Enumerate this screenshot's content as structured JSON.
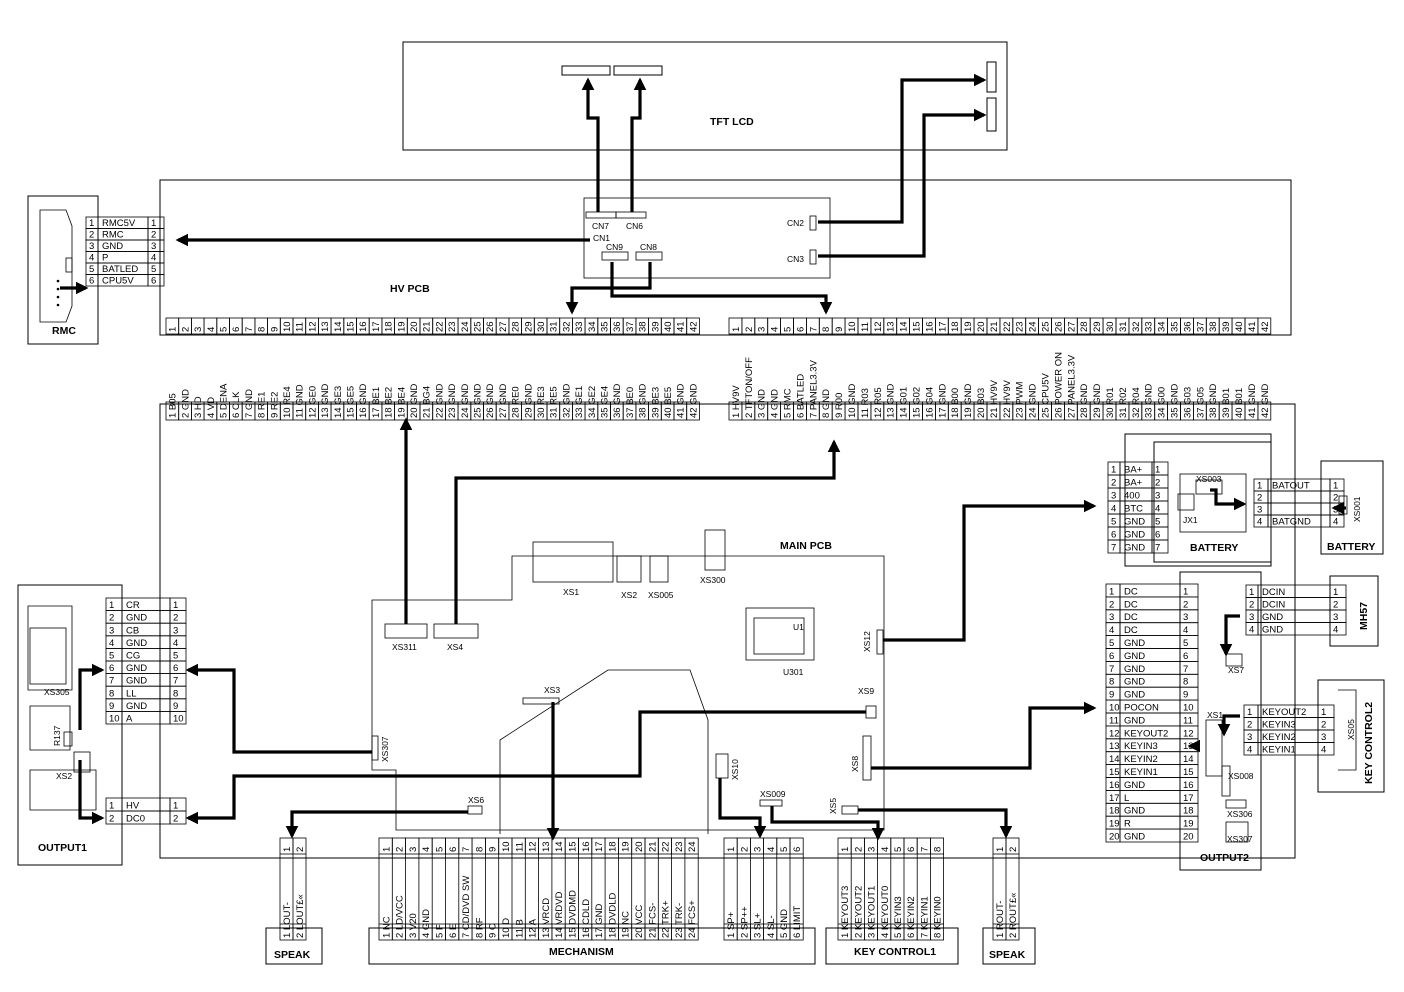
{
  "titles": {
    "tft": "TFT LCD",
    "hv": "HV PCB",
    "main": "MAIN PCB",
    "rmc": "RMC",
    "output1": "OUTPUT1",
    "output2": "OUTPUT2",
    "battery_mid": "BATTERY",
    "battery_right": "BATTERY",
    "mh57": "MH57",
    "keyctrl2": "KEY CONTROL2",
    "keyctrl1": "KEY CONTROL1",
    "mechanism": "MECHANISM",
    "speak_l": "SPEAK",
    "speak_r": "SPEAK"
  },
  "hv_connectors": [
    "CN7",
    "CN6",
    "CN1",
    "CN9",
    "CN8",
    "CN2",
    "CN3"
  ],
  "main_components": [
    "XS1",
    "XS2",
    "XS005",
    "XS300",
    "U1",
    "U301",
    "XS311",
    "XS4",
    "XS12",
    "XS3",
    "XS9",
    "XS307",
    "XS6",
    "XS10",
    "XS009",
    "XS8",
    "XS5"
  ],
  "misc_labels": {
    "xs305": "XS305",
    "r137": "R137",
    "xs2_o1": "XS2",
    "xs003": "XS003",
    "jx1": "JX1",
    "xs001": "XS001",
    "xs7": "XS7",
    "xs1_o2": "XS1",
    "xs008": "XS008",
    "xs306": "XS306",
    "xs307_o2": "XS307",
    "xs05": "XS05"
  },
  "rmc_pins": [
    "RMC5V",
    "RMC",
    "GND",
    "P",
    "BATLED",
    "CPU5V"
  ],
  "hv_left_pins": [
    "B05",
    "GND",
    "HD",
    "VD",
    "DENA",
    "CLK",
    "GND",
    "RE1",
    "RE2",
    "RE4",
    "GND",
    "GE0",
    "GND",
    "GE3",
    "GE5",
    "GND",
    "BE1",
    "BE2",
    "BE4",
    "GND",
    "BG4",
    "GND",
    "GND",
    "GND",
    "GND",
    "GND",
    "GND",
    "RE0",
    "GND",
    "RE3",
    "RE5",
    "GND",
    "GE1",
    "GE2",
    "GE4",
    "GND",
    "BE0",
    "GND",
    "BE3",
    "BE5",
    "GND",
    "GND"
  ],
  "hv_right_pins": [
    "HV9V",
    "TFTON/OFF",
    "GND",
    "GND",
    "RMC",
    "BATLED",
    "PANEL3.3V",
    "GND",
    "R00",
    "GND",
    "R03",
    "R05",
    "GND",
    "G01",
    "G02",
    "G04",
    "GND",
    "B00",
    "GND",
    "B03",
    "HV9V",
    "HV9V",
    "PWM",
    "GND",
    "CPU5V",
    "POWER ON",
    "PANEL3.3V",
    "GND",
    "GND",
    "R01",
    "R02",
    "R04",
    "GND",
    "G00",
    "GND",
    "G03",
    "G05",
    "GND",
    "B01",
    "B01",
    "GND",
    "GND"
  ],
  "battery_mid_pins": [
    "BA+",
    "BA+",
    "400",
    "BTC",
    "GND",
    "GND",
    "GND"
  ],
  "battery_right_pins": [
    "BATOUT",
    "",
    "",
    "BATGND"
  ],
  "output1_pins": [
    "CR",
    "GND",
    "CB",
    "GND",
    "CG",
    "GND",
    "GND",
    "LL",
    "GND",
    "A"
  ],
  "output1_pins2": [
    "HV",
    "DC0"
  ],
  "output2_pins": [
    "DC",
    "DC",
    "DC",
    "DC",
    "GND",
    "GND",
    "GND",
    "GND",
    "GND",
    "POCON",
    "GND",
    "KEYOUT2",
    "KEYIN3",
    "KEYIN2",
    "KEYIN1",
    "GND",
    "L",
    "GND",
    "R",
    "GND"
  ],
  "mh57_pins": [
    "DCIN",
    "DCIN",
    "GND",
    "GND"
  ],
  "keyctrl2_pins": [
    "KEYOUT2",
    "KEYIN3",
    "KEYIN2",
    "KEYIN1"
  ],
  "speak_l_pins": [
    "LOUT-",
    "LOUT£«"
  ],
  "speak_r_pins": [
    "ROUT-",
    "ROUT£«"
  ],
  "mechanism_pins": [
    "NC",
    "LD/VCC",
    "V20",
    "GND",
    "F",
    "E",
    "CD/DVD SW",
    "RF",
    "C",
    "D",
    "B",
    "A",
    "VRCD",
    "VRDVD",
    "DVDMD",
    "CDLD",
    "GND",
    "DVDLD",
    "NC",
    "VCC",
    "FCS-",
    "TRK+",
    "TRK-",
    "FCS+"
  ],
  "sp_pins": [
    "SP+",
    "SP++",
    "SL+",
    "SL-",
    "GND",
    "LIMIT"
  ],
  "keyctrl1_pins": [
    "KEYOUT3",
    "KEYOUT2",
    "KEYOUT1",
    "KEYOUT0",
    "KEYIN3",
    "KEYIN2",
    "KEYIN1",
    "KEYIN0"
  ]
}
